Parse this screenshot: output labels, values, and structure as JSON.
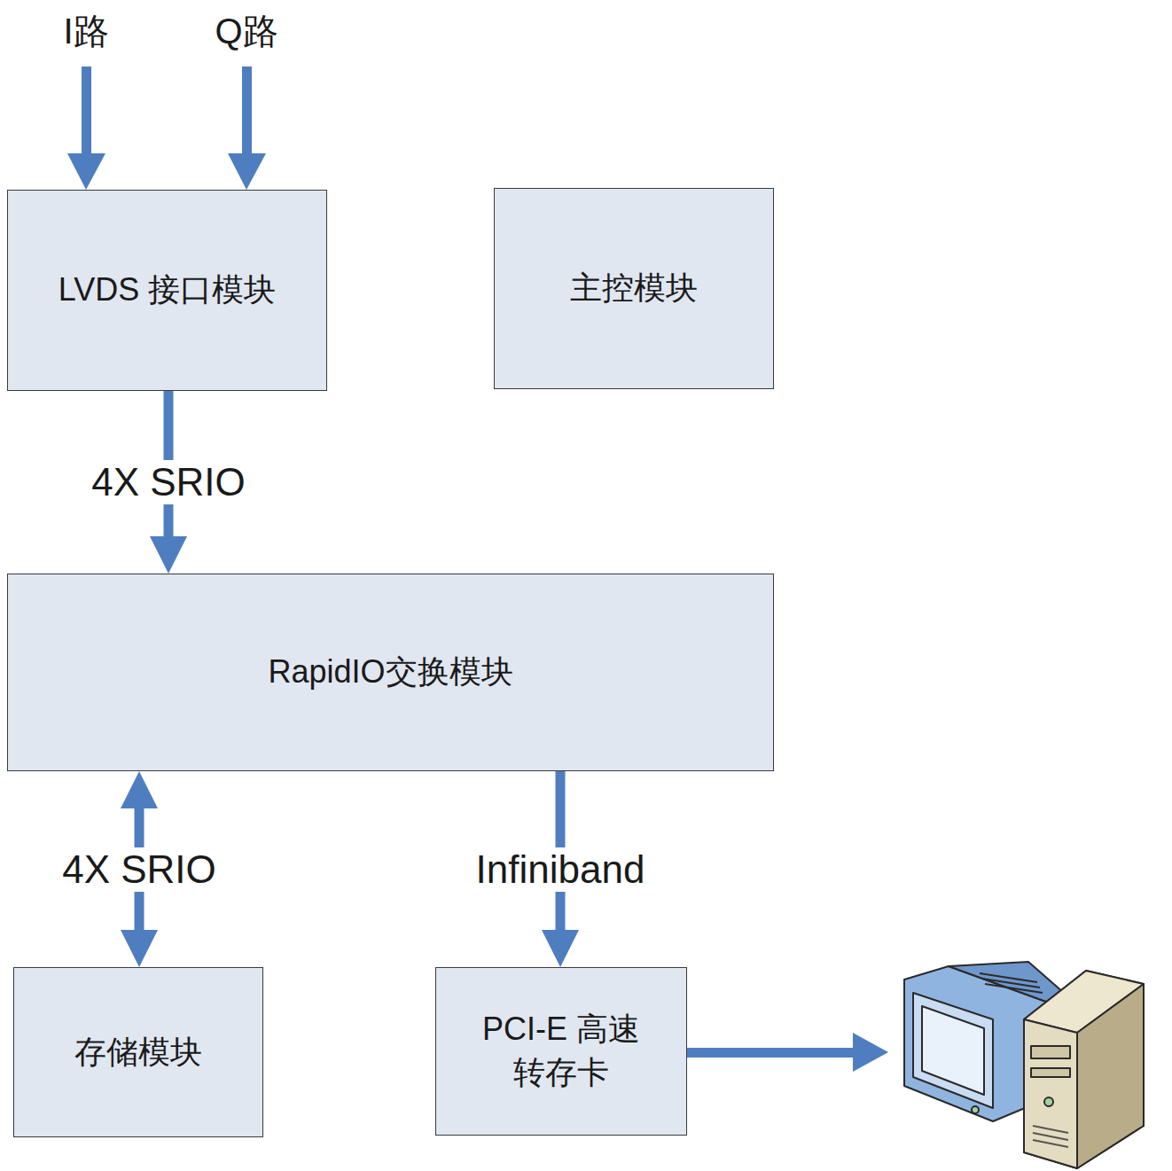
{
  "diagram": {
    "nodes": [
      {
        "text": [
          "LVDS 接口模块"
        ]
      },
      {
        "text": [
          "主控模块"
        ]
      },
      {
        "text": [
          "RapidIO交换模块"
        ]
      },
      {
        "text": [
          "存储模块"
        ]
      },
      {
        "text": [
          "PCI-E 高速转存卡"
        ]
      }
    ],
    "edges": [
      {
        "from": 0,
        "to": 2,
        "label": "4X SRIO",
        "arrow": "to"
      },
      {
        "from": 2,
        "to": 3,
        "label": "4X SRIO",
        "arrow": "both"
      },
      {
        "from": 2,
        "to": 4,
        "label": "Infiniband",
        "arrow": "to"
      }
    ],
    "labels": [
      "I路",
      "Q路"
    ]
  }
}
